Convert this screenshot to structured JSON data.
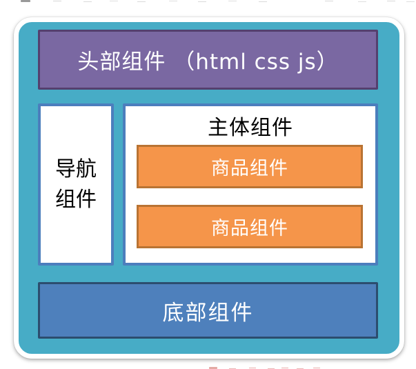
{
  "page": {
    "header": {
      "label": "头部组件 （html css js）"
    },
    "nav": {
      "label": "导航组件"
    },
    "main": {
      "title": "主体组件",
      "products": [
        {
          "label": "商品组件"
        },
        {
          "label": "商品组件"
        }
      ]
    },
    "footer": {
      "label": "底部组件"
    },
    "colors": {
      "canvas_teal": "#47ACC6",
      "header_purple": "#7A68A2",
      "header_border": "#54406E",
      "panel_border_blue": "#4C7EBD",
      "product_orange": "#F5954A",
      "product_border": "#B97333",
      "footer_blue": "#4E80BC",
      "footer_border": "#2C4D6E",
      "text_light": "#FFFFFF",
      "text_dark": "#000000"
    }
  }
}
